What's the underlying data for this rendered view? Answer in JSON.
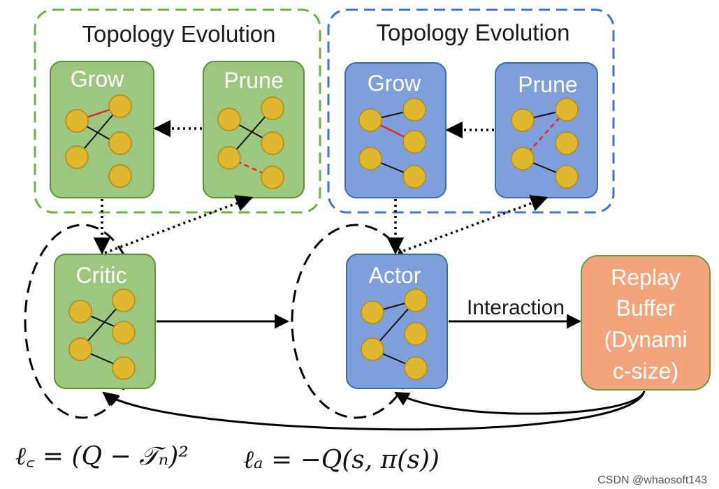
{
  "diagram": {
    "groups": {
      "critic_topology_title": "Topology Evolution",
      "actor_topology_title": "Topology Evolution"
    },
    "boxes": {
      "critic_grow": "Grow",
      "critic_prune": "Prune",
      "actor_grow": "Grow",
      "actor_prune": "Prune",
      "critic": "Critic",
      "actor": "Actor",
      "replay_buffer_lines": [
        "Replay",
        "Buffer",
        "(Dynami",
        "c-size)"
      ]
    },
    "edges": {
      "interaction": "Interaction"
    },
    "formulas": {
      "critic_loss": "ℓ꜀ = (Q − 𝒯ₙ)²",
      "actor_loss": "ℓₐ = −Q(s, π(s))"
    },
    "watermark": "CSDN @whaosoft143",
    "colors": {
      "green_fill": "#9dc77e",
      "green_border": "#5f8f3e",
      "green_dash": "#70ad47",
      "blue_fill": "#7e9fda",
      "blue_border": "#3d6aa9",
      "blue_dash": "#4472c4",
      "orange_fill": "#f4a47c",
      "orange_border": "#6b9a3a",
      "node_fill": "#e0b830",
      "node_border": "#b08a1a",
      "grown_edge": "#e8262a"
    }
  }
}
